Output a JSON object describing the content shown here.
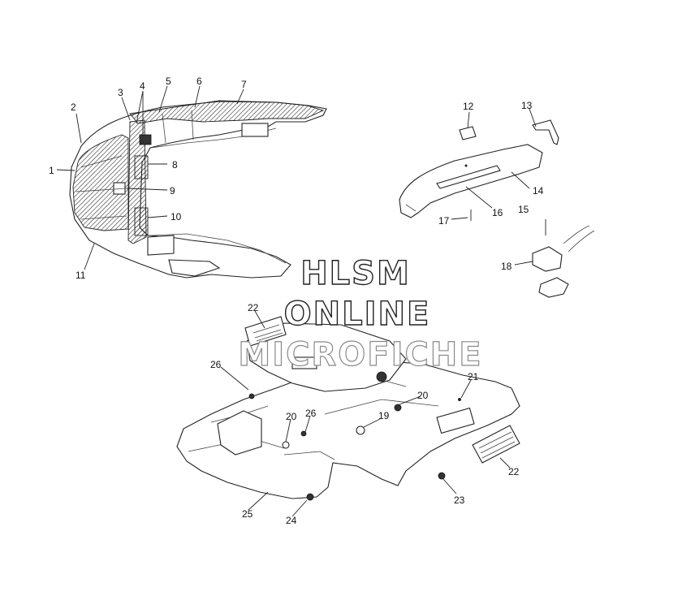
{
  "callouts": {
    "c1": "1",
    "c2": "2",
    "c3": "3",
    "c4": "4",
    "c5": "5",
    "c6": "6",
    "c7": "7",
    "c8": "8",
    "c9": "9",
    "c10": "10",
    "c11": "11",
    "c12": "12",
    "c13": "13",
    "c14": "14",
    "c15": "15",
    "c16": "16",
    "c17": "17",
    "c18": "18",
    "c19": "19",
    "c20a": "20",
    "c20b": "20",
    "c21": "21",
    "c22a": "22",
    "c22b": "22",
    "c23": "23",
    "c24": "24",
    "c25": "25",
    "c26a": "26",
    "c26b": "26"
  },
  "watermark": {
    "line1": "HLSM",
    "line2": "ONLINE",
    "line3": "MICROFICHE"
  }
}
